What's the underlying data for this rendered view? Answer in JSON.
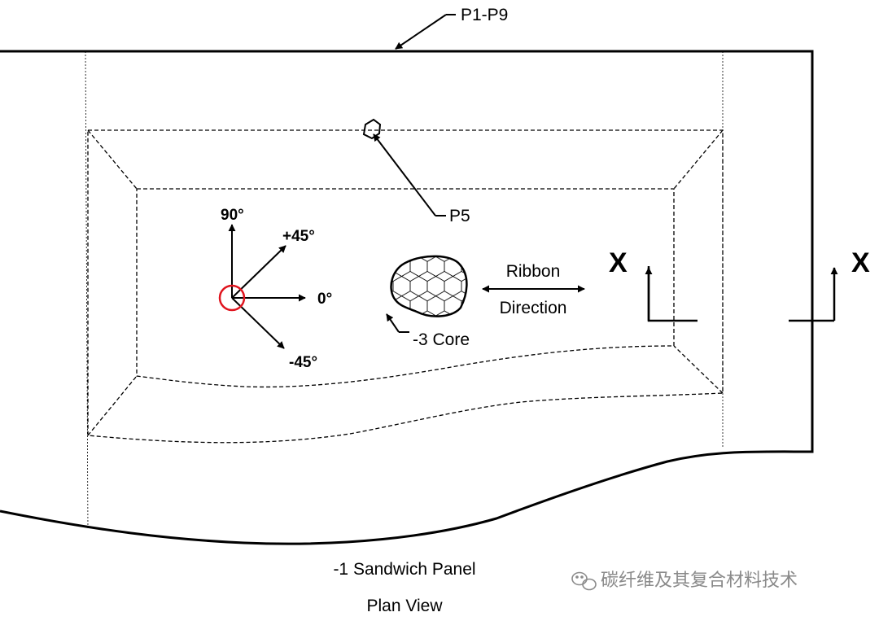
{
  "labels": {
    "plies": "P1-P9",
    "ply5": "P5",
    "core": "-3 Core",
    "ribbon_line1": "Ribbon",
    "ribbon_line2": "Direction",
    "section_left": "X",
    "section_right": "X",
    "caption_line1": "-1 Sandwich Panel",
    "caption_line2": "Plan View"
  },
  "orientation": {
    "deg_90": "90°",
    "deg_p45": "+45°",
    "deg_0": "0°",
    "deg_m45": "-45°"
  },
  "watermark": {
    "text": "碳纤维及其复合材料技术",
    "icon": "wechat-icon"
  },
  "colors": {
    "line": "#000000",
    "origin_marker": "#e0141e",
    "watermark": "#8a8a8a"
  }
}
